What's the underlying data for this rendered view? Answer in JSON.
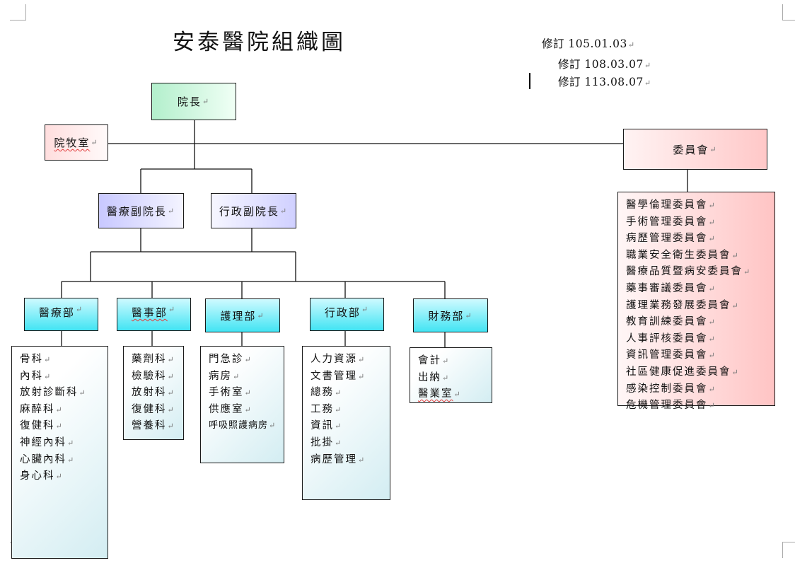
{
  "title": "安泰醫院組織圖",
  "revisions": [
    "修訂 105.01.03",
    "修訂 108.03.07",
    "修訂 113.08.07"
  ],
  "top": {
    "president": "院長",
    "chaplain": "院牧室",
    "committee": "委員會"
  },
  "vice": {
    "medical": "醫療副院長",
    "admin": "行政副院長"
  },
  "departments": {
    "medical": {
      "label": "醫療部",
      "items": [
        "骨科",
        "內科",
        "放射診斷科",
        "麻醉科",
        "復健科",
        "神經內科",
        "心臟內科",
        "身心科"
      ]
    },
    "affairs": {
      "label": "醫事部",
      "items": [
        "藥劑科",
        "檢驗科",
        "放射科",
        "復健科",
        "營養科"
      ]
    },
    "nursing": {
      "label": "護理部",
      "items": [
        "門急診",
        "病房",
        "手術室",
        "供應室",
        "呼吸照護病房"
      ]
    },
    "admin": {
      "label": "行政部",
      "items": [
        "人力資源",
        "文書管理",
        "總務",
        "工務",
        "資訊",
        "批掛",
        "病歷管理"
      ]
    },
    "finance": {
      "label": "財務部",
      "items": [
        "會計",
        "出納",
        "醫業室"
      ]
    }
  },
  "committees": [
    "醫學倫理委員會",
    "手術管理委員會",
    "病歷管理委員會",
    "職業安全衛生委員會",
    "醫療品質暨病安委員會",
    "藥事審議委員會",
    "護理業務發展委員會",
    "教育訓練委員會",
    "人事評核委員會",
    "資訊管理委員會",
    "社區健康促進委員會",
    "感染控制委員會",
    "危機管理委員會"
  ],
  "paragraph_mark": "↵"
}
